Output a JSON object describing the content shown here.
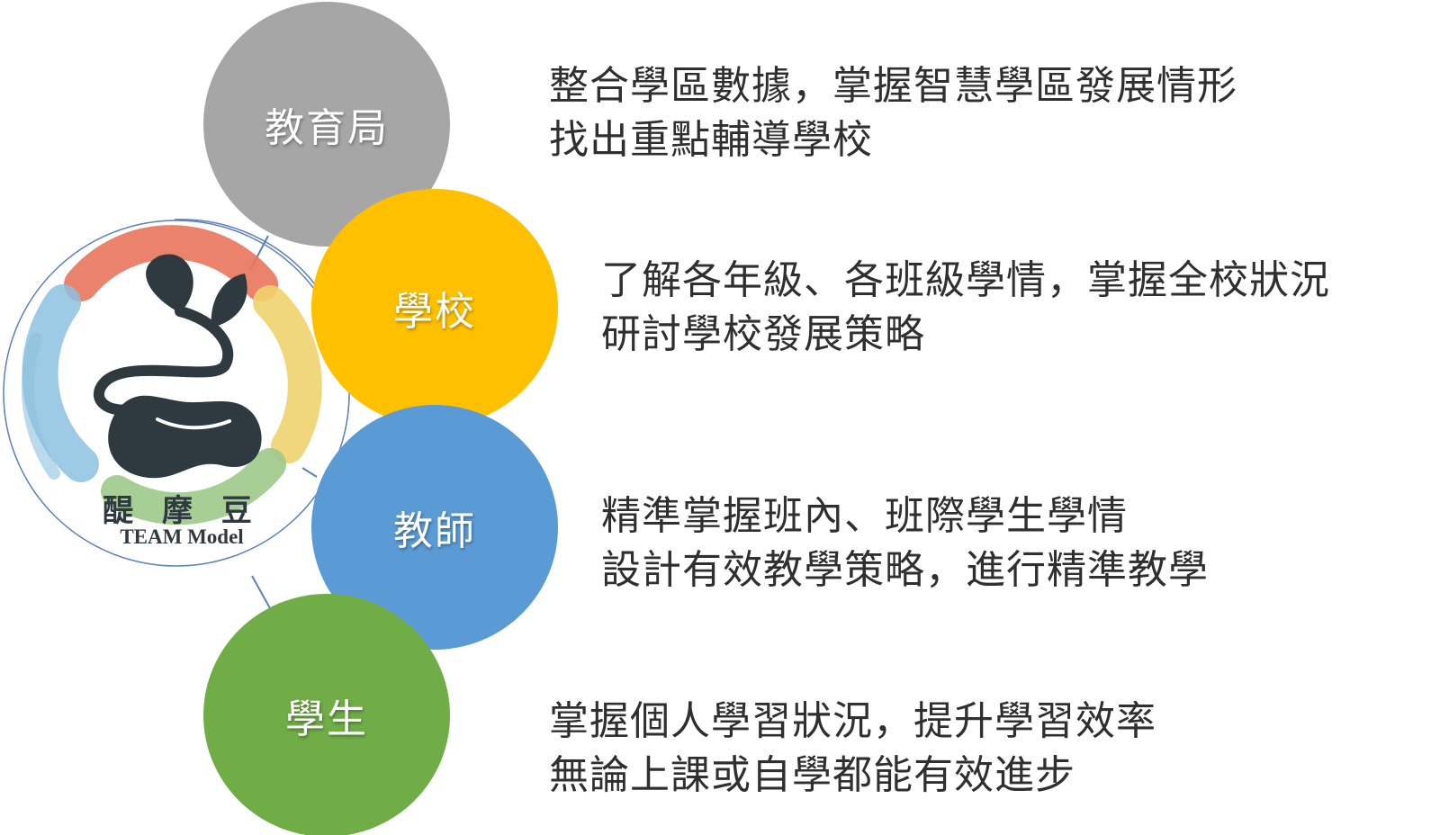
{
  "logo": {
    "name": "醍 摩 豆",
    "subtitle": "TEAM Model"
  },
  "nodes": [
    {
      "label": "教育局",
      "color": "#a6a6a6",
      "lines": [
        "整合學區數據，掌握智慧學區發展情形",
        "找出重點輔導學校"
      ]
    },
    {
      "label": "學校",
      "color": "#ffc000",
      "lines": [
        "了解各年級、各班級學情，掌握全校狀況",
        "研討學校發展策略"
      ]
    },
    {
      "label": "教師",
      "color": "#5b9bd5",
      "lines": [
        "精準掌握班內、班際學生學情",
        "設計有效教學策略，進行精準教學"
      ]
    },
    {
      "label": "學生",
      "color": "#70ad47",
      "lines": [
        "掌握個人學習狀況，提升學習效率",
        "無論上課或自學都能有效進步"
      ]
    }
  ],
  "colors": {
    "connector": "#5b7fbf",
    "logo_dark": "#2f3a40",
    "logo_red": "#e9765c",
    "logo_yellow": "#f0d36e",
    "logo_green": "#9cc98a",
    "logo_blue": "#8cc1df"
  }
}
